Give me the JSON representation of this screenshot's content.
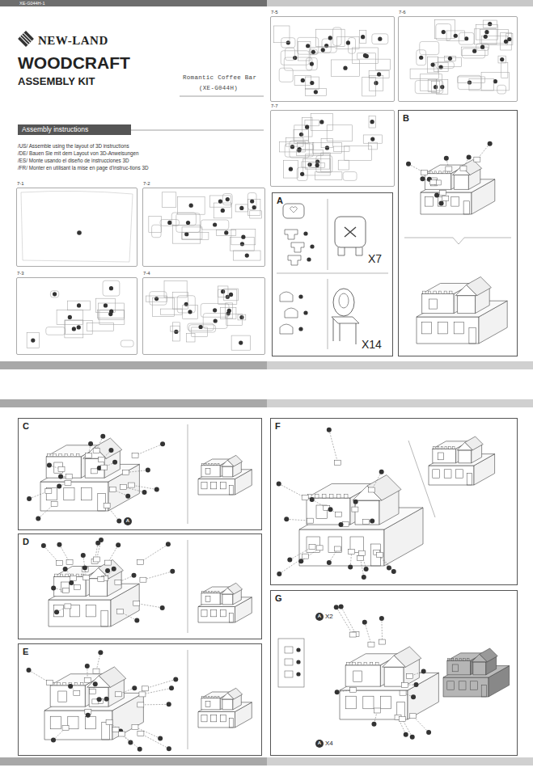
{
  "diagram": {
    "nodes": [
      {
        "text": [
          "Assembly instructions"
        ]
      },
      {
        "text": [
          "7-1"
        ]
      },
      {
        "text": [
          "7-2"
        ]
      },
      {
        "text": [
          "7-3"
        ]
      },
      {
        "text": [
          "7-4"
        ]
      },
      {
        "text": [
          "7-5"
        ]
      },
      {
        "text": [
          "7-6"
        ]
      },
      {
        "text": [
          "7-7"
        ]
      },
      {
        "text": [
          "A"
        ]
      },
      {
        "text": [
          "B"
        ]
      },
      {
        "text": [
          "C"
        ]
      },
      {
        "text": [
          "D"
        ]
      },
      {
        "text": [
          "E"
        ]
      },
      {
        "text": [
          "F"
        ]
      },
      {
        "text": [
          "G"
        ]
      }
    ],
    "labels": [
      "XE-G044H-1",
      "NEW-LAND",
      "WOODCRAFT",
      "ASSEMBLY KIT",
      "Romantic Coffee Bar",
      "(XE-G044H)",
      "/US/ Assemble using the layout of 3D instructions",
      "/DE/ Bauen Sie mit dem Layout von 3D-Anweisungen",
      "/ES/ Monte usando el diseño de instrucciones 3D",
      "/FR/ Monter en utilisant la mise en page d'instruc-tions 3D",
      "X7",
      "X14",
      "A",
      "A",
      "X2",
      "A",
      "X4"
    ]
  }
}
